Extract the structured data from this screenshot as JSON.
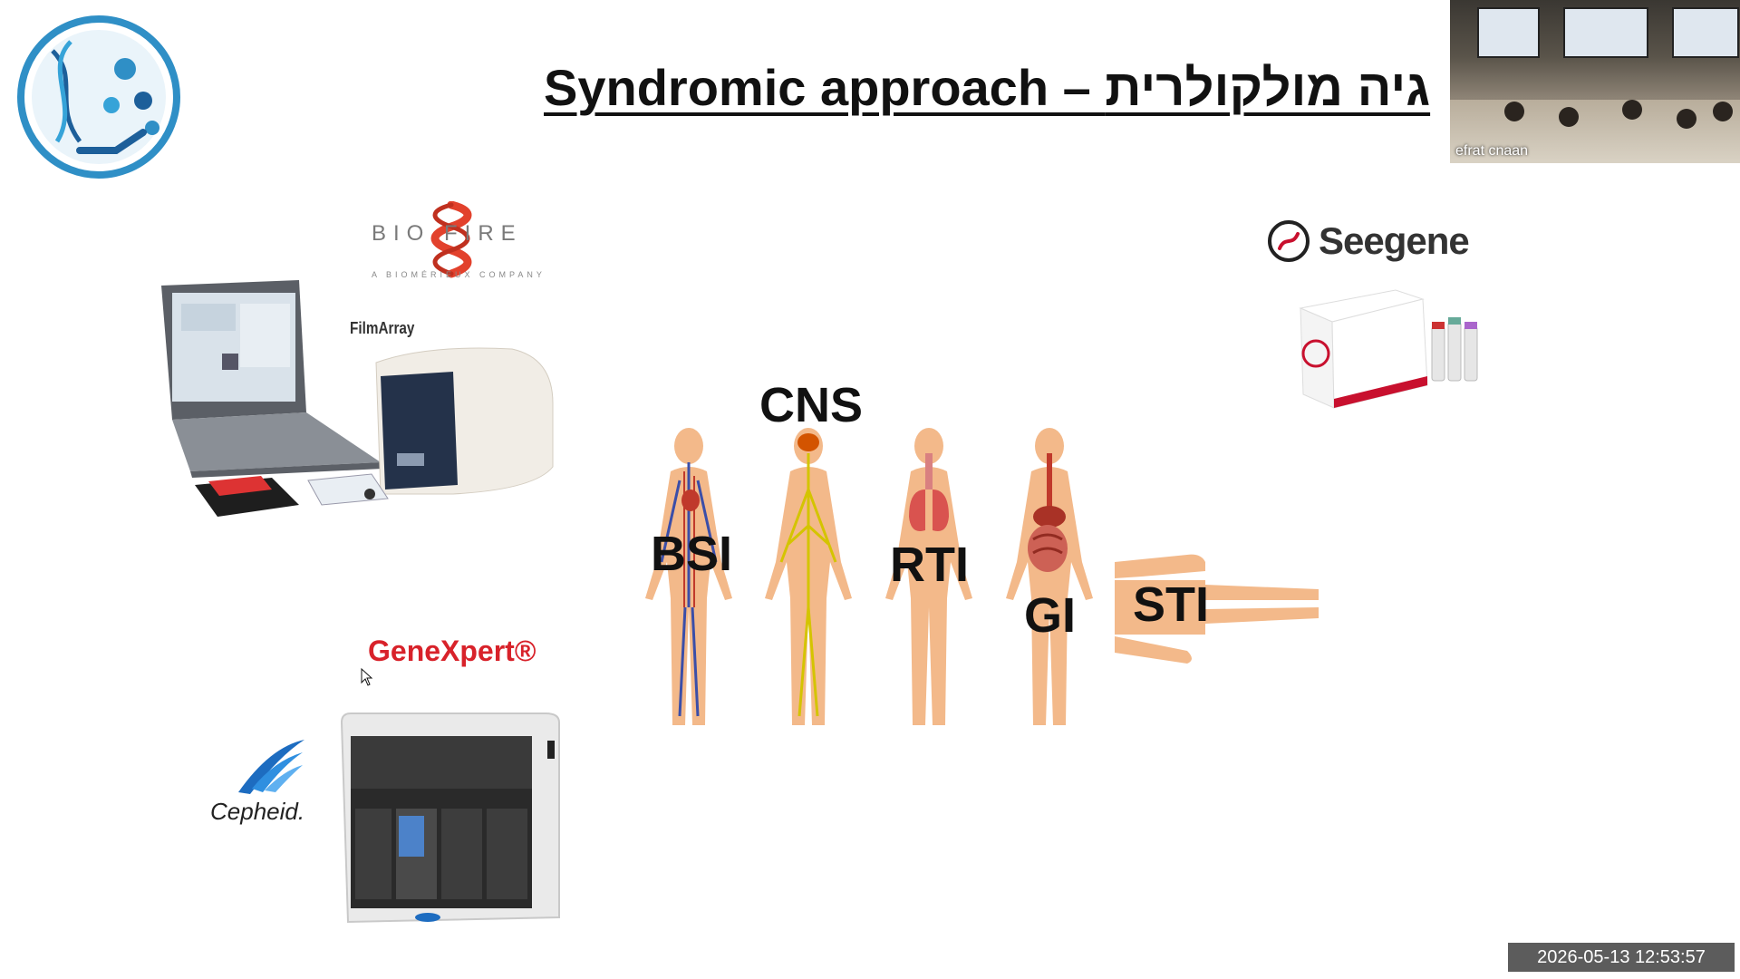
{
  "slide": {
    "title": "Syndromic approach – גיה מולקולרית",
    "regions": [
      "BSI",
      "CNS",
      "RTI",
      "GI",
      "STI"
    ]
  },
  "brands": {
    "biofire": {
      "name": "BIO FIRE",
      "tagline": "A BIOMÉRIEUX COMPANY",
      "product": "FilmArray"
    },
    "seegene": {
      "name": "Seegene"
    },
    "genexpert": {
      "name": "GeneXpert®"
    },
    "cepheid": {
      "name": "Cepheid."
    }
  },
  "webcam": {
    "participant_name": "efrat cnaan"
  },
  "timestamp": "2026-05-13 12:53:57",
  "colors": {
    "title": "#111111",
    "genexpert_red": "#d8222a",
    "logo_blue": "#2f8fc6",
    "skin": "#f3b98a"
  }
}
